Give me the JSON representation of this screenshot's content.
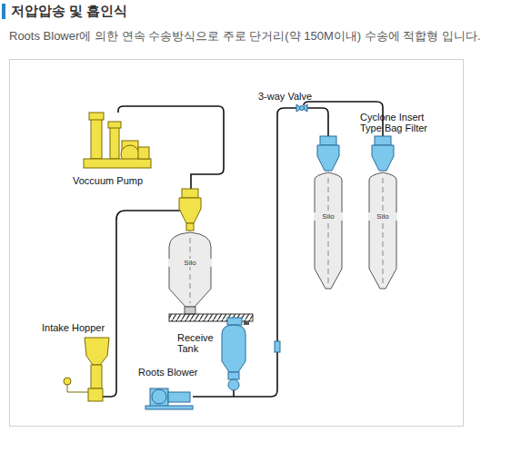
{
  "diagram": {
    "title": "저압압송 및 흡인식",
    "caption": "Roots Blower에 의한 연속 수송방식으로 주로 단거리(약 150M이내) 수송에 적합형 입니다.",
    "nodes": [
      {
        "text": [
          "Silo"
        ]
      },
      {
        "text": [
          "Silo"
        ]
      },
      {
        "text": [
          "Silo"
        ]
      }
    ],
    "labels": [
      "Voccuum Pump",
      "Intake Hopper",
      "Receive Tank",
      "Roots Blower",
      "3-way Valve",
      "Cyclone Insert Type Bag Filter"
    ]
  }
}
